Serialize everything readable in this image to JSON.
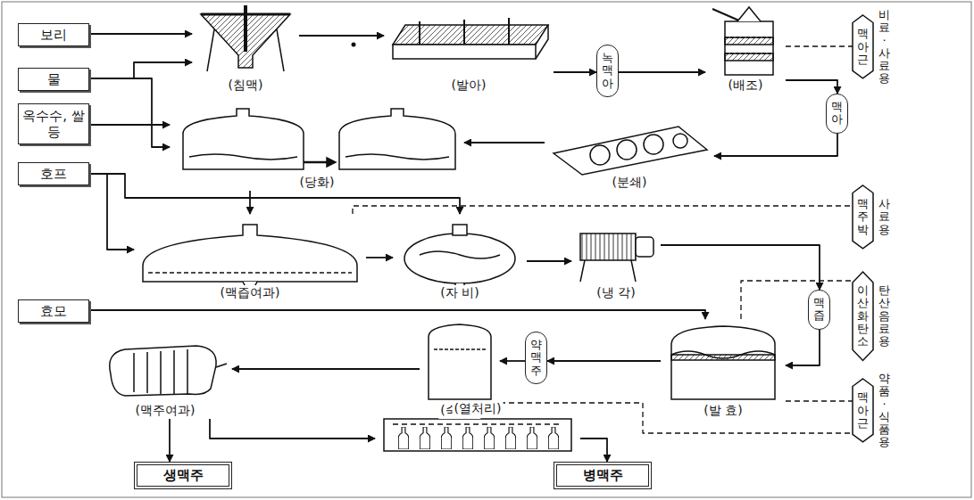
{
  "diagram": {
    "nodes": [
      {
        "text": [
          "보리"
        ]
      },
      {
        "text": [
          "물"
        ]
      },
      {
        "text": [
          "옥수수, 쌀 등"
        ]
      },
      {
        "text": [
          "호프"
        ]
      },
      {
        "text": [
          "효모"
        ]
      },
      {
        "text": [
          "(침맥)"
        ]
      },
      {
        "text": [
          "(발아)"
        ]
      },
      {
        "text": [
          "녹맥아"
        ]
      },
      {
        "text": [
          "(배조)"
        ]
      },
      {
        "text": [
          "맥아근",
          "비료·사료용"
        ]
      },
      {
        "text": [
          "맥아"
        ]
      },
      {
        "text": [
          "(당화)"
        ]
      },
      {
        "text": [
          "(분쇄)"
        ]
      },
      {
        "text": [
          "(맥즙여과)"
        ]
      },
      {
        "text": [
          "(자 비)"
        ]
      },
      {
        "text": [
          "(냉 각)"
        ]
      },
      {
        "text": [
          "맥주박",
          "사료용"
        ]
      },
      {
        "text": [
          "이산화탄소",
          "탄산음료용"
        ]
      },
      {
        "text": [
          "맥즙"
        ]
      },
      {
        "text": [
          "(발 효)"
        ]
      },
      {
        "text": [
          "약맥주"
        ]
      },
      {
        "text": [
          "(숙 성)"
        ]
      },
      {
        "text": [
          "(맥주여과)"
        ]
      },
      {
        "text": [
          "맥아근",
          "약품·식품용"
        ]
      },
      {
        "text": [
          "(열처리)"
        ]
      },
      {
        "text": [
          "생맥주"
        ]
      },
      {
        "text": [
          "병맥주"
        ]
      }
    ],
    "edges": [
      {
        "from": 0,
        "to": 5,
        "arrow": "to"
      },
      {
        "from": 1,
        "to": 5,
        "arrow": "to"
      },
      {
        "from": 1,
        "to": 11,
        "arrow": "to"
      },
      {
        "from": 2,
        "to": 11,
        "arrow": "to"
      },
      {
        "from": 5,
        "to": 6,
        "arrow": "to"
      },
      {
        "from": 6,
        "to": 7,
        "arrow": "to"
      },
      {
        "from": 7,
        "to": 8,
        "arrow": "to"
      },
      {
        "from": 8,
        "to": 9,
        "arrow": "none"
      },
      {
        "from": 8,
        "to": 10,
        "arrow": "to"
      },
      {
        "from": 10,
        "to": 12,
        "arrow": "to"
      },
      {
        "from": 12,
        "to": 11,
        "arrow": "to"
      },
      {
        "from": 11,
        "to": 13,
        "arrow": "to"
      },
      {
        "from": 3,
        "to": 13,
        "arrow": "to"
      },
      {
        "from": 3,
        "to": 14,
        "arrow": "to"
      },
      {
        "from": 13,
        "to": 14,
        "arrow": "to"
      },
      {
        "from": 14,
        "to": 15,
        "arrow": "to"
      },
      {
        "from": 15,
        "to": 18,
        "arrow": "to"
      },
      {
        "from": 18,
        "to": 19,
        "arrow": "to"
      },
      {
        "from": 19,
        "to": 17,
        "arrow": "none"
      },
      {
        "from": 4,
        "to": 19,
        "arrow": "to"
      },
      {
        "from": 19,
        "to": 20,
        "arrow": "to"
      },
      {
        "from": 20,
        "to": 21,
        "arrow": "to"
      },
      {
        "from": 19,
        "to": 23,
        "arrow": "none"
      },
      {
        "from": 21,
        "to": 23,
        "arrow": "none"
      },
      {
        "from": 21,
        "to": 22,
        "arrow": "to"
      },
      {
        "from": 22,
        "to": 25,
        "arrow": "to"
      },
      {
        "from": 22,
        "to": 24,
        "arrow": "to"
      },
      {
        "from": 24,
        "to": 26,
        "arrow": "to"
      },
      {
        "from": 13,
        "to": 16,
        "arrow": "none"
      }
    ]
  }
}
